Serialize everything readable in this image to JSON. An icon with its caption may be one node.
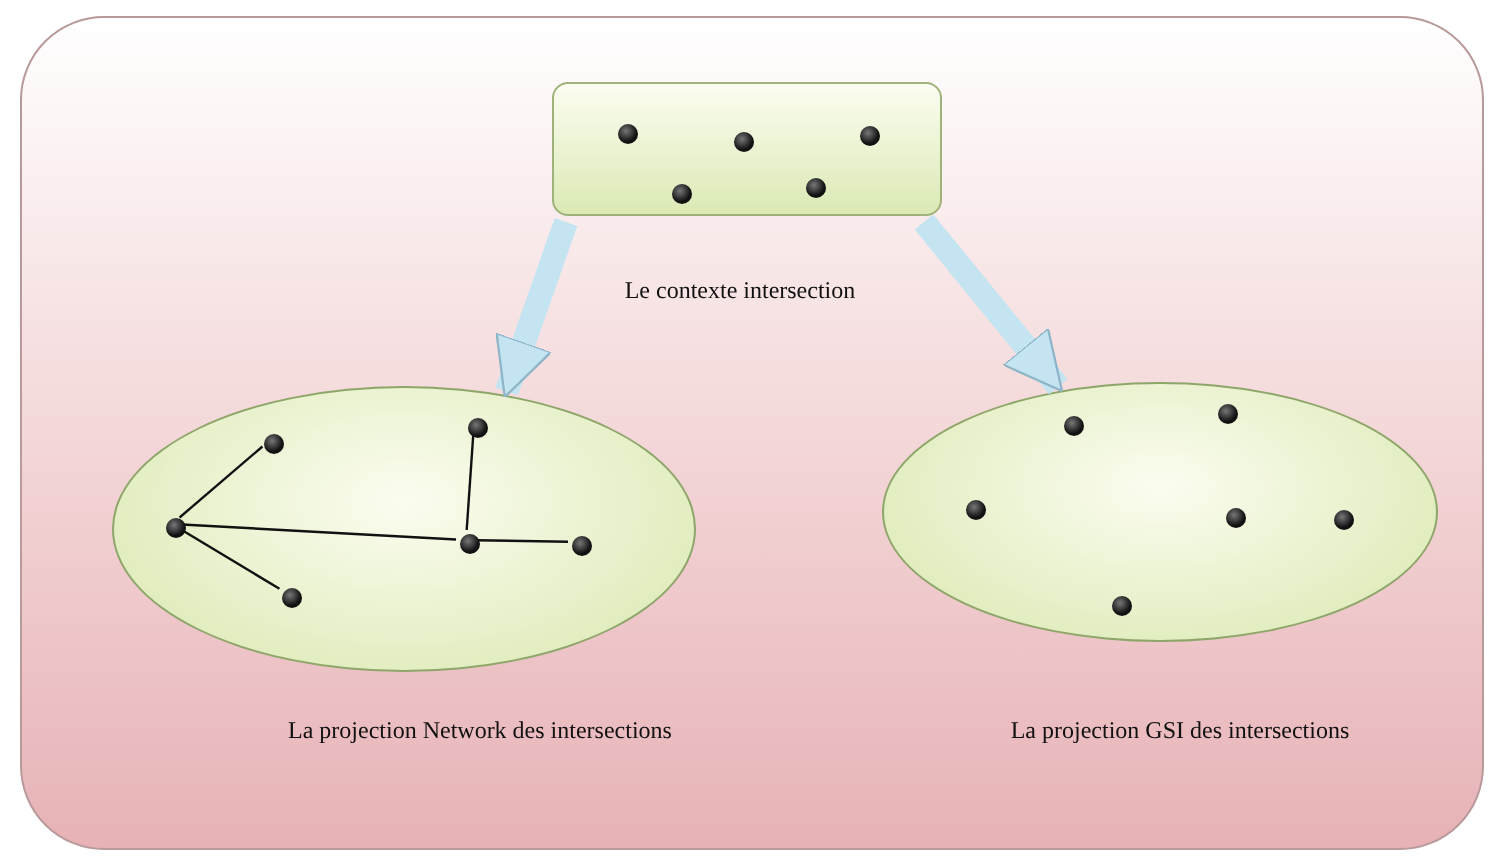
{
  "diagram": {
    "nodes": [
      {
        "text": [],
        "shape": "box"
      },
      {
        "text": [],
        "shape": "box",
        "in": 0,
        "beside": [
          "Le contexte intersection"
        ]
      },
      {
        "text": [],
        "shape": "circle",
        "in": 1
      },
      {
        "text": [],
        "shape": "circle",
        "in": 1
      },
      {
        "text": [],
        "shape": "circle",
        "in": 1
      },
      {
        "text": [],
        "shape": "circle",
        "in": 1
      },
      {
        "text": [],
        "shape": "circle",
        "in": 1
      },
      {
        "text": [],
        "shape": "circle",
        "in": 0,
        "beside": [
          "La projection Network des intersections"
        ]
      },
      {
        "text": [],
        "shape": "circle",
        "in": 7
      },
      {
        "text": [],
        "shape": "circle",
        "in": 7
      },
      {
        "text": [],
        "shape": "circle",
        "in": 7
      },
      {
        "text": [],
        "shape": "circle",
        "in": 7
      },
      {
        "text": [],
        "shape": "circle",
        "in": 7
      },
      {
        "text": [],
        "shape": "circle",
        "in": 7
      },
      {
        "text": [],
        "shape": "circle",
        "in": 0,
        "beside": [
          "La projection GSI des intersections"
        ]
      },
      {
        "text": [],
        "shape": "circle",
        "in": 14
      },
      {
        "text": [],
        "shape": "circle",
        "in": 14
      },
      {
        "text": [],
        "shape": "circle",
        "in": 14
      },
      {
        "text": [],
        "shape": "circle",
        "in": 14
      },
      {
        "text": [],
        "shape": "circle",
        "in": 14
      },
      {
        "text": [],
        "shape": "circle",
        "in": 14
      }
    ],
    "edges": [
      {
        "from": 1,
        "to": 7,
        "arrow": "to",
        "style": "thick",
        "color": "#c4e4f2"
      },
      {
        "from": 1,
        "to": 14,
        "arrow": "to",
        "style": "thick",
        "color": "#c4e4f2"
      },
      {
        "from": 8,
        "to": 9,
        "arrow": "none"
      },
      {
        "from": 8,
        "to": 10,
        "arrow": "none"
      },
      {
        "from": 8,
        "to": 11,
        "arrow": "none"
      },
      {
        "from": 11,
        "to": 12,
        "arrow": "none"
      },
      {
        "from": 11,
        "to": 13,
        "arrow": "none"
      }
    ]
  }
}
